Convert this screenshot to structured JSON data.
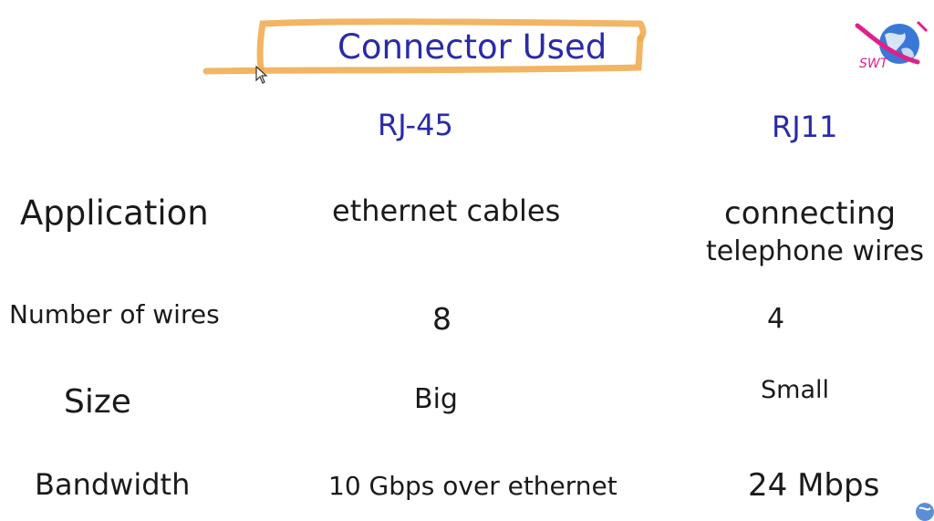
{
  "slide": {
    "title": "Connector Used",
    "col1_head": "RJ-45",
    "col2_head": "RJ11",
    "rows": [
      {
        "label": "Application",
        "v1": "ethernet cables",
        "v2_line1": "connecting",
        "v2_line2": "telephone wires"
      },
      {
        "label": "Number of wires",
        "v1": "8",
        "v2": "4"
      },
      {
        "label": "Size",
        "v1": "Big",
        "v2": "Small"
      },
      {
        "label": "Bandwidth",
        "v1": "10 Gbps over ethernet",
        "v2": "24 Mbps"
      }
    ]
  },
  "logo": {
    "text": "SWT"
  },
  "colors": {
    "heading": "#2a2aa8",
    "highlight": "#f0a848",
    "logo_pink": "#e0208a",
    "logo_blue": "#2a64c8"
  },
  "icons": [
    "logo-globe-icon",
    "mouse-cursor-icon",
    "small-globe-icon"
  ]
}
